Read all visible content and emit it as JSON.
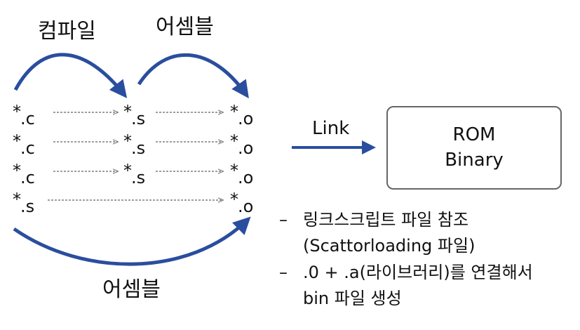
{
  "labels": {
    "compile": "컴파일",
    "assemble_top": "어셈블",
    "assemble_bottom": "어셈블",
    "link": "Link"
  },
  "files": {
    "c1": {
      "star": "*",
      "ext": ".c"
    },
    "c2": {
      "star": "*",
      "ext": ".c"
    },
    "c3": {
      "star": "*",
      "ext": ".c"
    },
    "s_src": {
      "star": "*",
      "ext": ".s"
    },
    "s1": {
      "star": "*",
      "ext": ".s"
    },
    "s2": {
      "star": "*",
      "ext": ".s"
    },
    "s3": {
      "star": "*",
      "ext": ".s"
    },
    "o1": {
      "star": "*",
      "ext": ".o"
    },
    "o2": {
      "star": "*",
      "ext": ".o"
    },
    "o3": {
      "star": "*",
      "ext": ".o"
    },
    "o4": {
      "star": "*",
      "ext": ".o"
    }
  },
  "rom": {
    "line1": "ROM",
    "line2": "Binary"
  },
  "notes": {
    "note1_dash": "–",
    "note1_line1": "링크스크립트 파일 참조",
    "note1_line2": "(Scattorloading 파일)",
    "note2_dash": "–",
    "note2_line1": ".0 + .a(라이브러리)를 연결해서",
    "note2_line2": "bin 파일 생성"
  },
  "colors": {
    "arrow_blue": "#2a4e9e",
    "dotted_gray": "#7f7f7f",
    "box_border": "#666666"
  }
}
